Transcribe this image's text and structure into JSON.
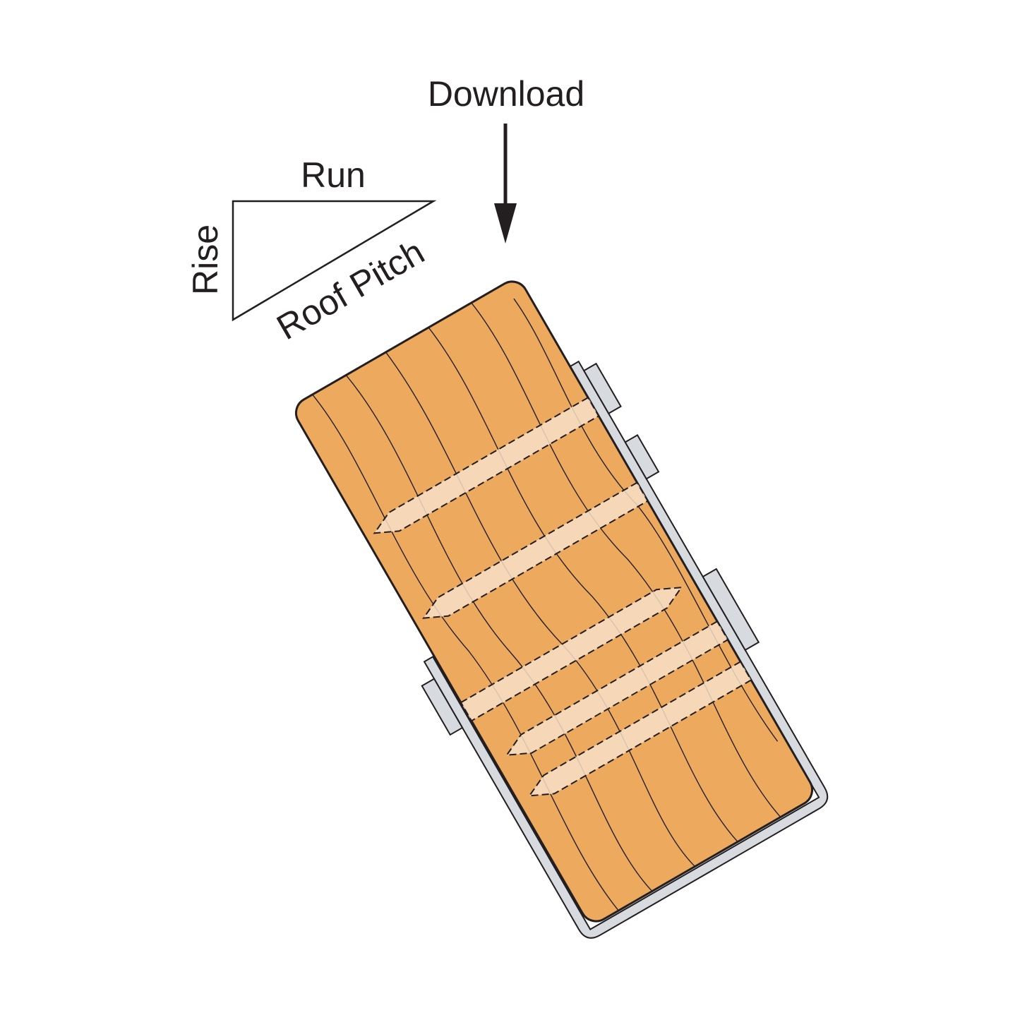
{
  "labels": {
    "download": "Download",
    "run": "Run",
    "rise": "Rise",
    "roof_pitch": "Roof Pitch"
  },
  "colors": {
    "wood": "#EDA95E",
    "nail": "#F7E1C8",
    "metal": "#D7DBE0",
    "outline": "#231F20"
  }
}
